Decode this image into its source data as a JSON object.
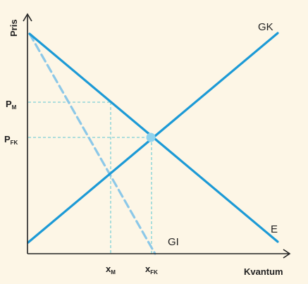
{
  "axes": {
    "y_title": "Pris",
    "x_title": "Kvantum"
  },
  "curves": {
    "gk": "GK",
    "e": "E",
    "gi": "GI"
  },
  "ticks": {
    "p_m": {
      "main": "P",
      "sub": "M"
    },
    "p_fk": {
      "main": "P",
      "sub": "FK"
    },
    "x_m": {
      "main": "x",
      "sub": "M"
    },
    "x_fk": {
      "main": "x",
      "sub": "FK"
    }
  },
  "colors": {
    "background": "#fdf6e6",
    "curve": "#1c9ad6",
    "dashed_curve": "#8cc8e8",
    "guide": "#7fd0d6",
    "axis": "#222222"
  }
}
